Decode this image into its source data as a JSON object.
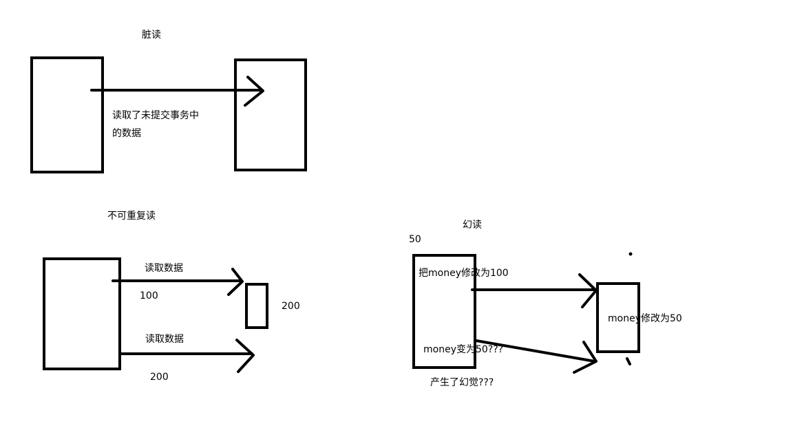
{
  "dirty_read": {
    "title": "脏读",
    "desc_line1": "读取了未提交事务中",
    "desc_line2": "的数据"
  },
  "non_repeatable_read": {
    "title": "不可重复读",
    "read1_label": "读取数据",
    "read1_value": "100",
    "target_value": "200",
    "read2_label": "读取数据",
    "read2_value": "200"
  },
  "phantom_read": {
    "title": "幻读",
    "initial_value": "50",
    "left_action": "把money修改为100",
    "right_action": "money修改为50",
    "left_result": "money变为50???",
    "conclusion": "产生了幻觉???"
  }
}
